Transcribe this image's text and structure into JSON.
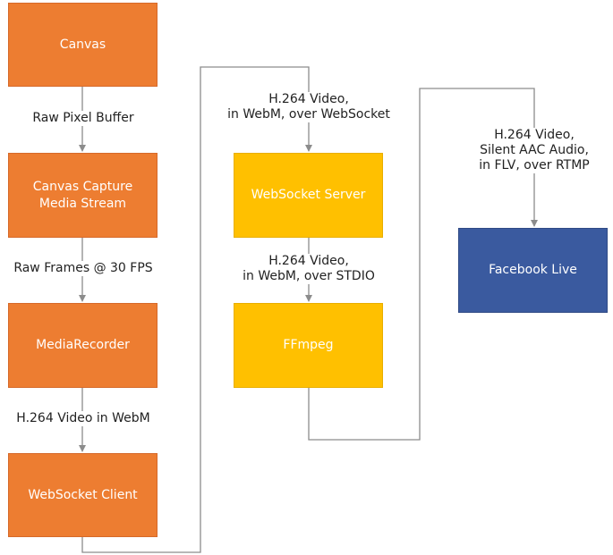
{
  "colors": {
    "orange": "#ED7D31",
    "orange_border": "#D6692A",
    "gold": "#FFC000",
    "gold_border": "#E8AE00",
    "blue": "#3A5A9F",
    "blue_border": "#2F4A85",
    "connector": "#8C8C8C"
  },
  "nodes": {
    "canvas": "Canvas",
    "capture_stream": "Canvas Capture\nMedia Stream",
    "media_recorder": "MediaRecorder",
    "websocket_client": "WebSocket Client",
    "websocket_server": "WebSocket Server",
    "ffmpeg": "FFmpeg",
    "facebook_live": "Facebook Live"
  },
  "edges": {
    "raw_pixel_buffer": "Raw Pixel Buffer",
    "raw_frames": "Raw Frames @ 30 FPS",
    "h264_webm": "H.264 Video in WebM",
    "websocket_transport": "H.264 Video,\nin WebM, over WebSocket",
    "stdio_transport": "H.264 Video,\nin WebM, over STDIO",
    "rtmp_transport": "H.264 Video,\nSilent AAC Audio,\nin FLV, over RTMP"
  }
}
